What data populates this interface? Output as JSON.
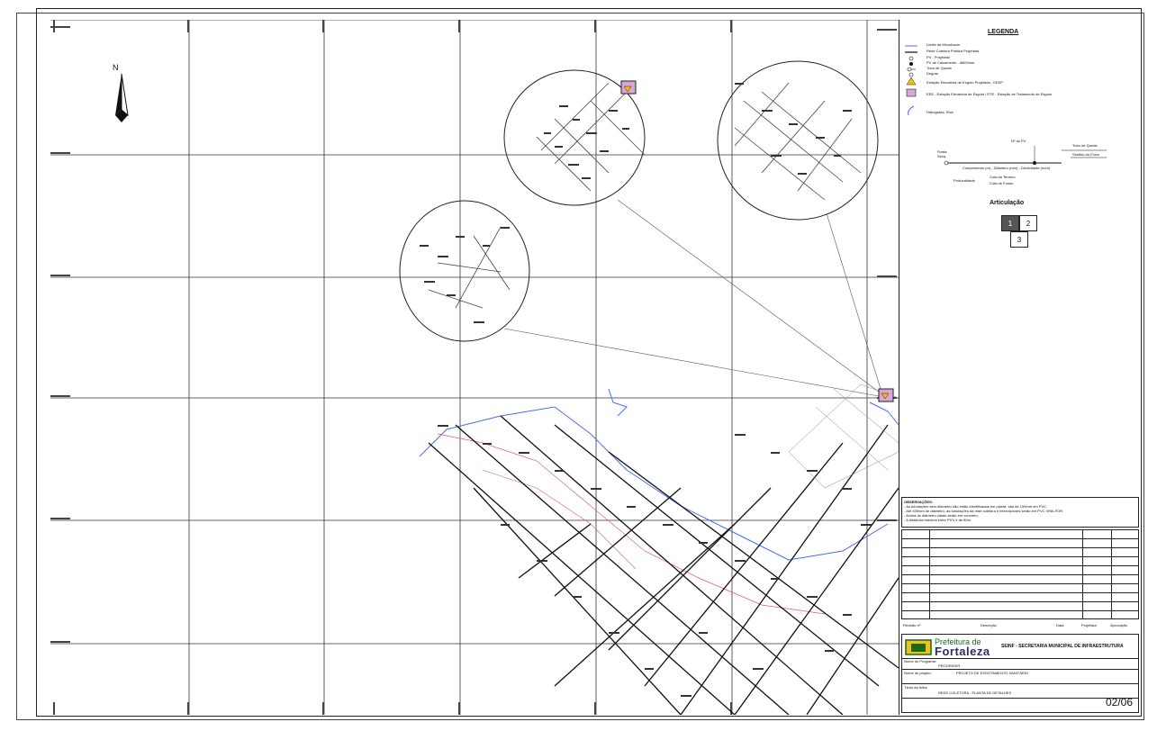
{
  "legend": {
    "title": "LEGENDA",
    "items": [
      "Limite da Microbacia",
      "Rede Coletora Pública Projetada",
      "PV - Projetado",
      "PV de Calcamento - Ø600mm",
      "Tubo de Queda",
      "Degrau",
      "Estação Elevatória de Esgoto Projetada - EEEP",
      "EEE - Estação Elevatória de Esgoto / ETE - Estação de Tratamento de Esgoto",
      "Hidrografia, Rios"
    ],
    "diagram": {
      "n_pv": "Nº do PV",
      "tubo_queda": "Tubo de Queda",
      "sentido_fluxo": "Sentido do Fluxo",
      "ponta": "Ponta",
      "seca": "Seca",
      "comp": "Comprimento (m) - Diâmetro (mm) - Declividade (m/m)",
      "profundidade": "Profundidade",
      "cota_terreno": "Cota do Terreno",
      "cota_fundo": "Cota de Fundo"
    }
  },
  "articulacao": {
    "title": "Articulação",
    "cells": [
      "1",
      "2",
      "3"
    ]
  },
  "observacoes": {
    "title": "OBSERVAÇÕES:",
    "lines": [
      "- As tubulações sem diâmetro não estão identificadas em planta, são de 150mm em PVC;",
      "- Até 400mm de diâmetro, as tubulações da rede coletora e interceptores serão em PVC VINILFOR.",
      "- Acima do diâmetro citado serão em concreto;",
      "- A distância máxima entre PV's é de 80m"
    ]
  },
  "revisions": {
    "headers": [
      "Revisão nº",
      "Descrição",
      "Data",
      "Projetista",
      "Aprovação"
    ]
  },
  "titleblock": {
    "logo_line1": "Prefeitura de",
    "logo_line2": "Fortaleza",
    "secretaria": "SEINF - SECRETARIA MUNICIPAL DE INFRAESTRUTURA",
    "programa_label": "Nome do Programa:",
    "programa_value": "PROGREDIR",
    "projeto_label": "Nome do projeto:",
    "projeto_value": "PROJETO DE ESGOTAMENTO SANITÁRIO",
    "titulo_label": "Título da folha:",
    "titulo_value": "REDE COLETORA - PLANTA DE DETALHES",
    "sheet": "02/06"
  },
  "north": {
    "label": "N"
  }
}
